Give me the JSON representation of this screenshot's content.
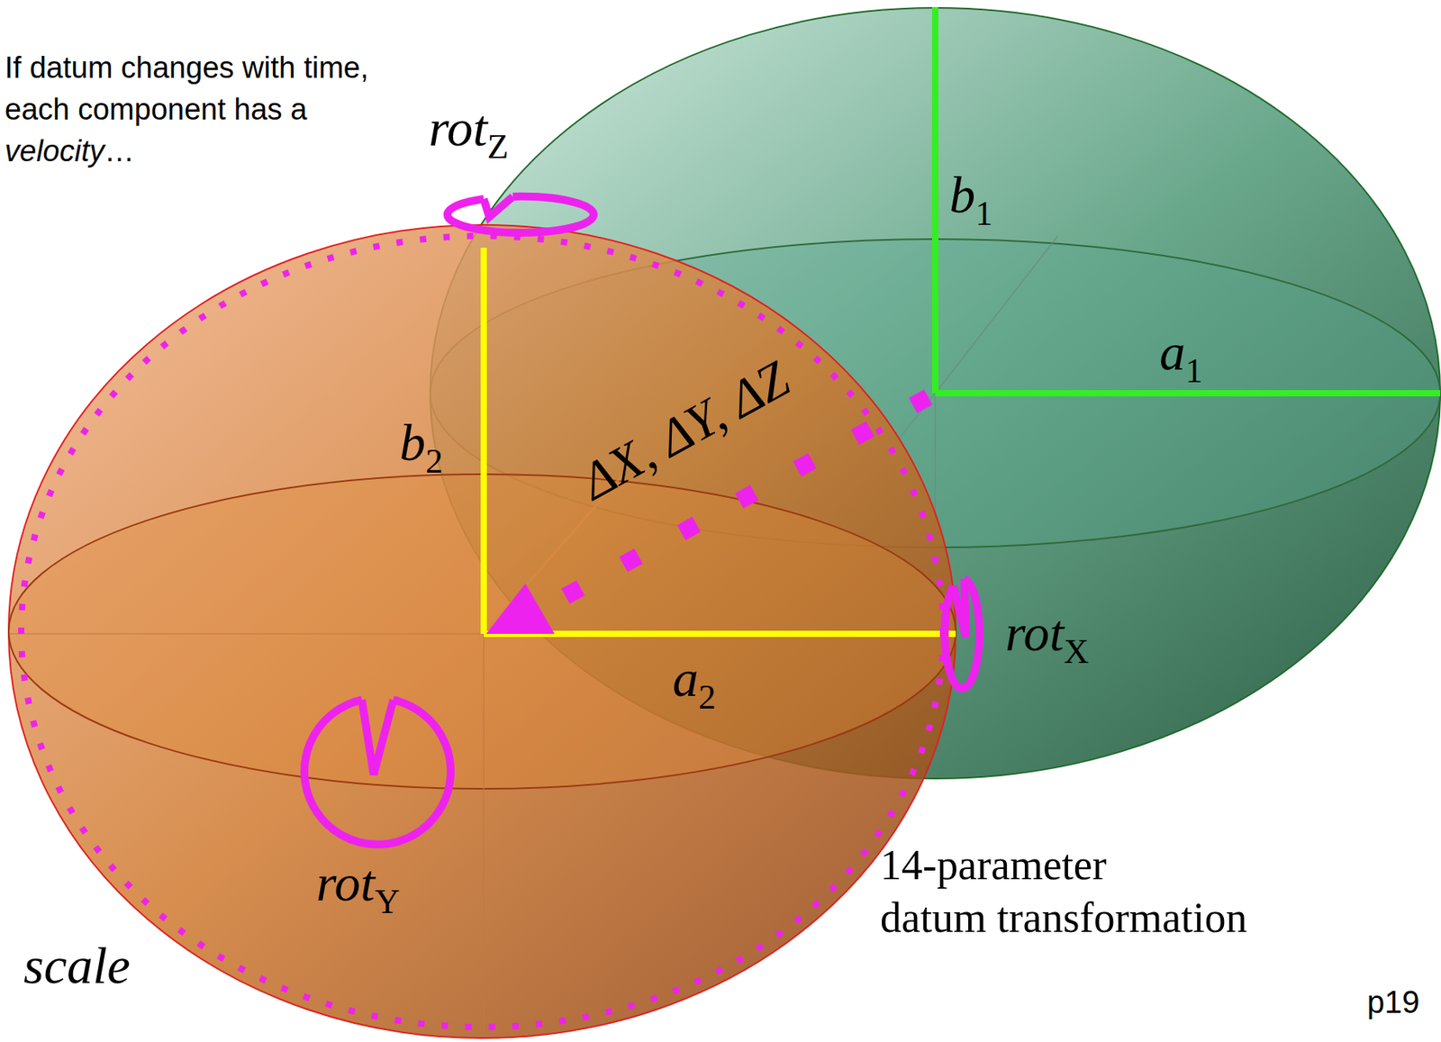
{
  "diagram": {
    "labels": [
      "If datum changes with time, each component has a",
      "velocity",
      "…",
      "rot",
      "Z",
      "b",
      "1",
      "a",
      "1",
      "b",
      "2",
      "ΔX, ΔY, ΔZ",
      "rot",
      "X",
      "a",
      "2",
      "rot",
      "Y",
      "scale",
      "14-parameter",
      "datum transformation",
      "p19"
    ]
  }
}
